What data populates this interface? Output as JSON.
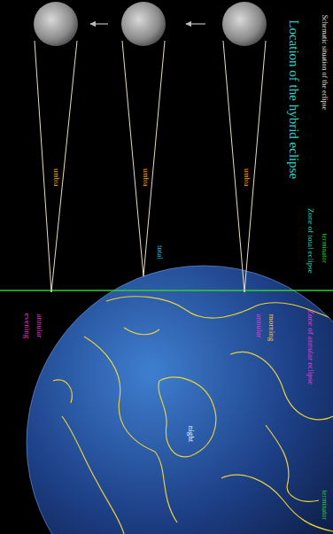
{
  "diagram": {
    "title": "Location of the hybrid eclipse",
    "labels": [
      "Schematic situation of the eclipse",
      "terminator",
      "Zone of total eclipse",
      "Zone of annular eclipse",
      "umbra",
      "umbra",
      "umbra",
      "total",
      "annular",
      "evening",
      "annular",
      "morning",
      "night",
      "terminator"
    ]
  }
}
